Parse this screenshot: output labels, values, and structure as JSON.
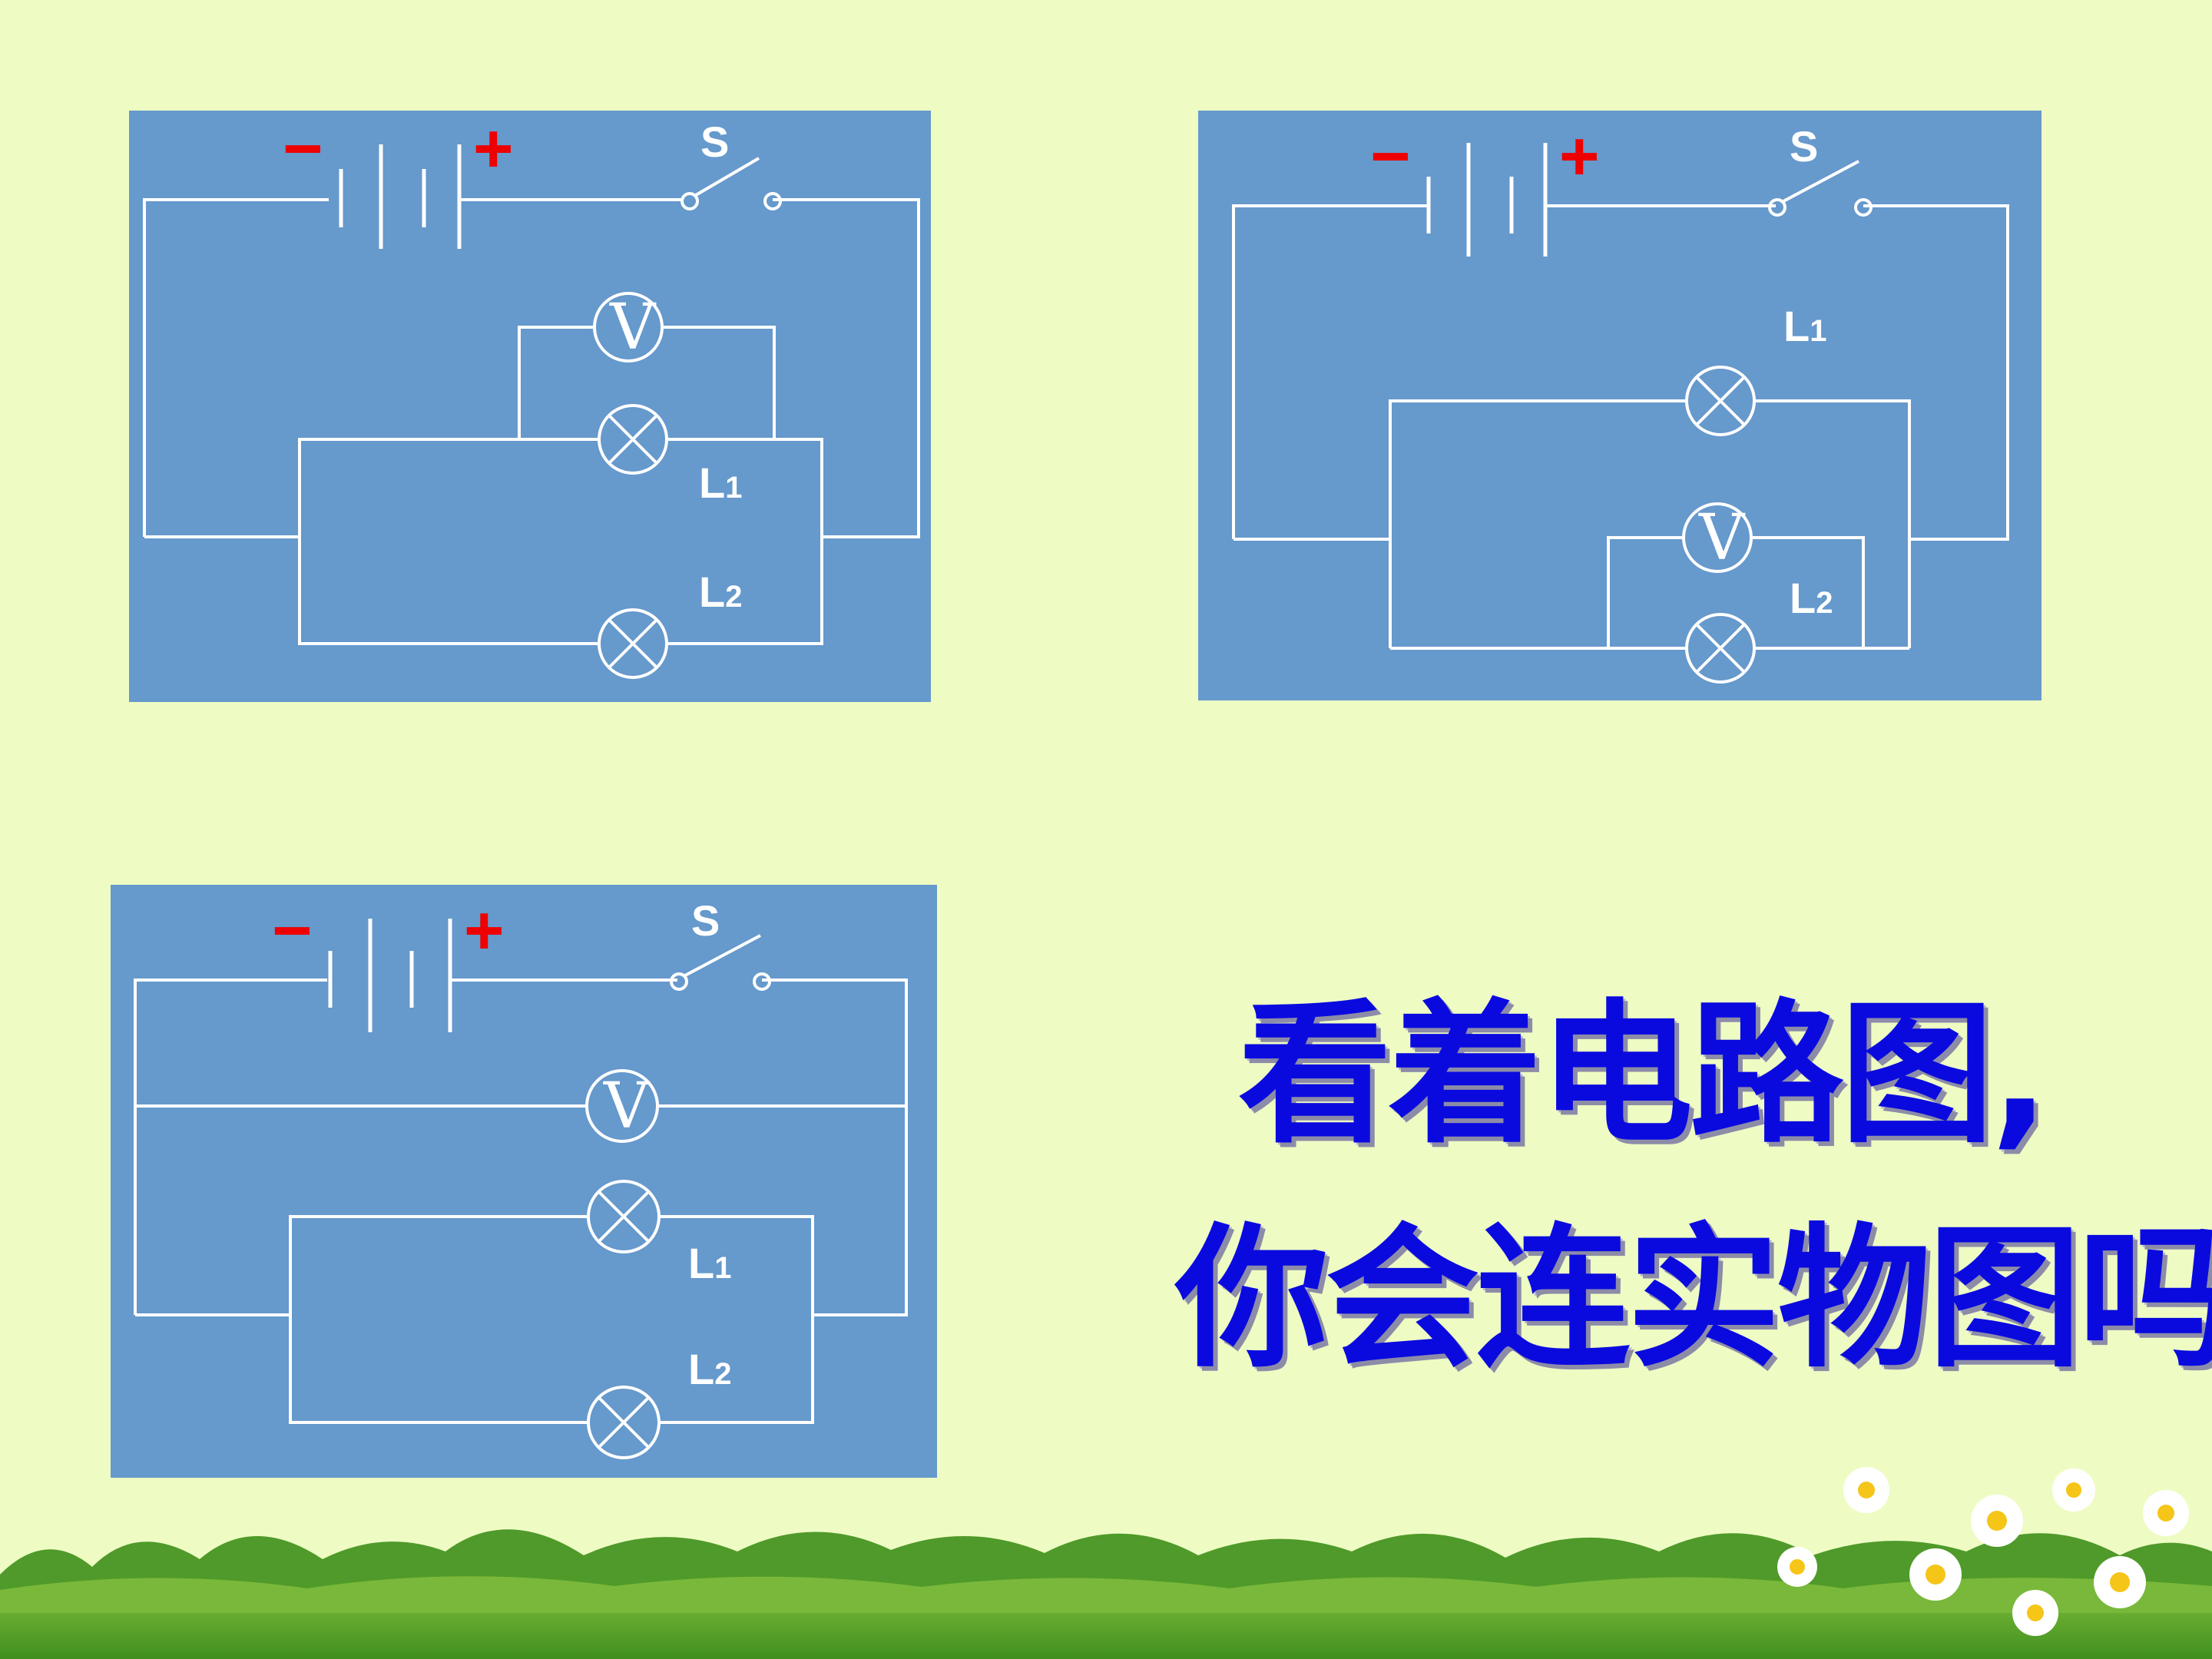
{
  "diagrams": [
    {
      "id": "circuit-a",
      "minus": "−",
      "plus": "+",
      "switch_label": "S",
      "voltmeter_symbol": "V",
      "lamp1": {
        "letter": "L",
        "index": "1"
      },
      "lamp2": {
        "letter": "L",
        "index": "2"
      }
    },
    {
      "id": "circuit-b",
      "minus": "−",
      "plus": "+",
      "switch_label": "S",
      "voltmeter_symbol": "V",
      "lamp1": {
        "letter": "L",
        "index": "1"
      },
      "lamp2": {
        "letter": "L",
        "index": "2"
      }
    },
    {
      "id": "circuit-c",
      "minus": "−",
      "plus": "+",
      "switch_label": "S",
      "voltmeter_symbol": "V",
      "lamp1": {
        "letter": "L",
        "index": "1"
      },
      "lamp2": {
        "letter": "L",
        "index": "2"
      }
    }
  ],
  "caption": {
    "line1": "看着电路图,",
    "line2": "你会连实物图吗"
  },
  "colors": {
    "background": "#eefcc4",
    "panel": "#6699cc",
    "wire": "#ffffff",
    "polarity": "#ee0000",
    "caption": "#0a0adf"
  }
}
